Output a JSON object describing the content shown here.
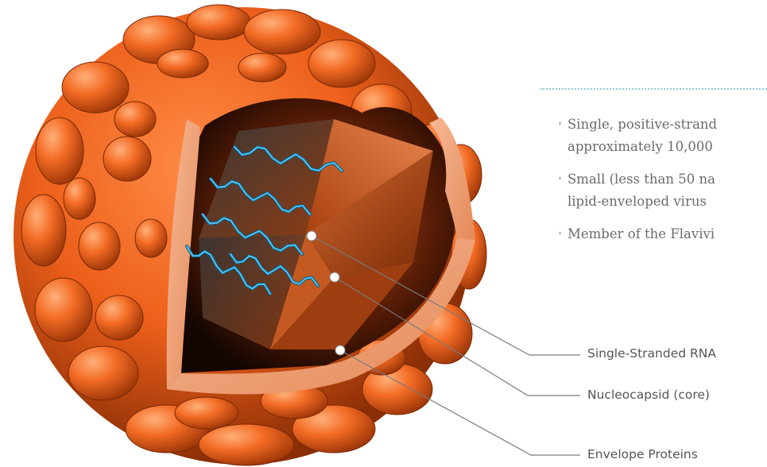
{
  "facts": [
    {
      "lines": [
        "Single, positive-strand",
        "approximately 10,000"
      ]
    },
    {
      "lines": [
        "Small (less than 50 na",
        "lipid-enveloped virus"
      ]
    },
    {
      "lines": [
        "Member of the Flavivi"
      ]
    }
  ],
  "callouts": {
    "rna": "Single-Stranded RNA",
    "nucleocapsid": "Nucleocapsid (core)",
    "envelope": "Envelope Proteins"
  },
  "colors": {
    "envelope_orange": "#f0651e",
    "envelope_dark": "#a83c08",
    "cap_light": "#f2a57c",
    "rna_blue": "#1f9bd1",
    "divider": "#8ecbd3",
    "text_gray": "#6b6b6b"
  }
}
